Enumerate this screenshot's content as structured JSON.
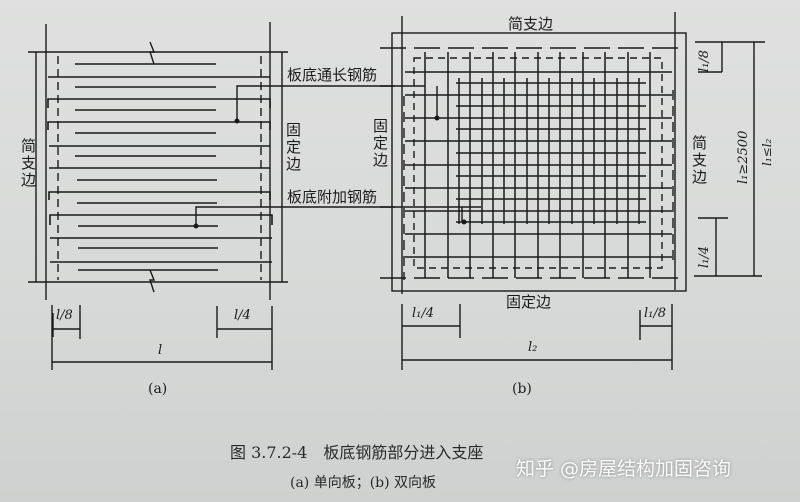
{
  "figure": {
    "caption": "图 3.7.2-4　板底钢筋部分进入支座",
    "subcaption": "(a) 单向板；(b) 双向板",
    "watermark": "知乎 @房屋结构加固咨询"
  },
  "panel_a": {
    "label": "(a)",
    "left_edge": "简支边",
    "right_edge": "固定边",
    "callout_top": "板底通长钢筋",
    "callout_bottom": "板底附加钢筋",
    "dim_left": "l/8",
    "dim_right": "l/4",
    "dim_total": "l"
  },
  "panel_b": {
    "label": "(b)",
    "top_edge": "简支边",
    "bottom_edge": "固定边",
    "left_edge": "固定边",
    "right_edge": "简支边",
    "dim_left": "l₁/4",
    "dim_right": "l₁/8",
    "dim_total": "l₂",
    "dim_top_right": "l₁/8",
    "dim_bottom_right": "l₁/4",
    "dim_condition_1": "l₁≥2500",
    "dim_condition_2": "l₁≤l₂"
  }
}
